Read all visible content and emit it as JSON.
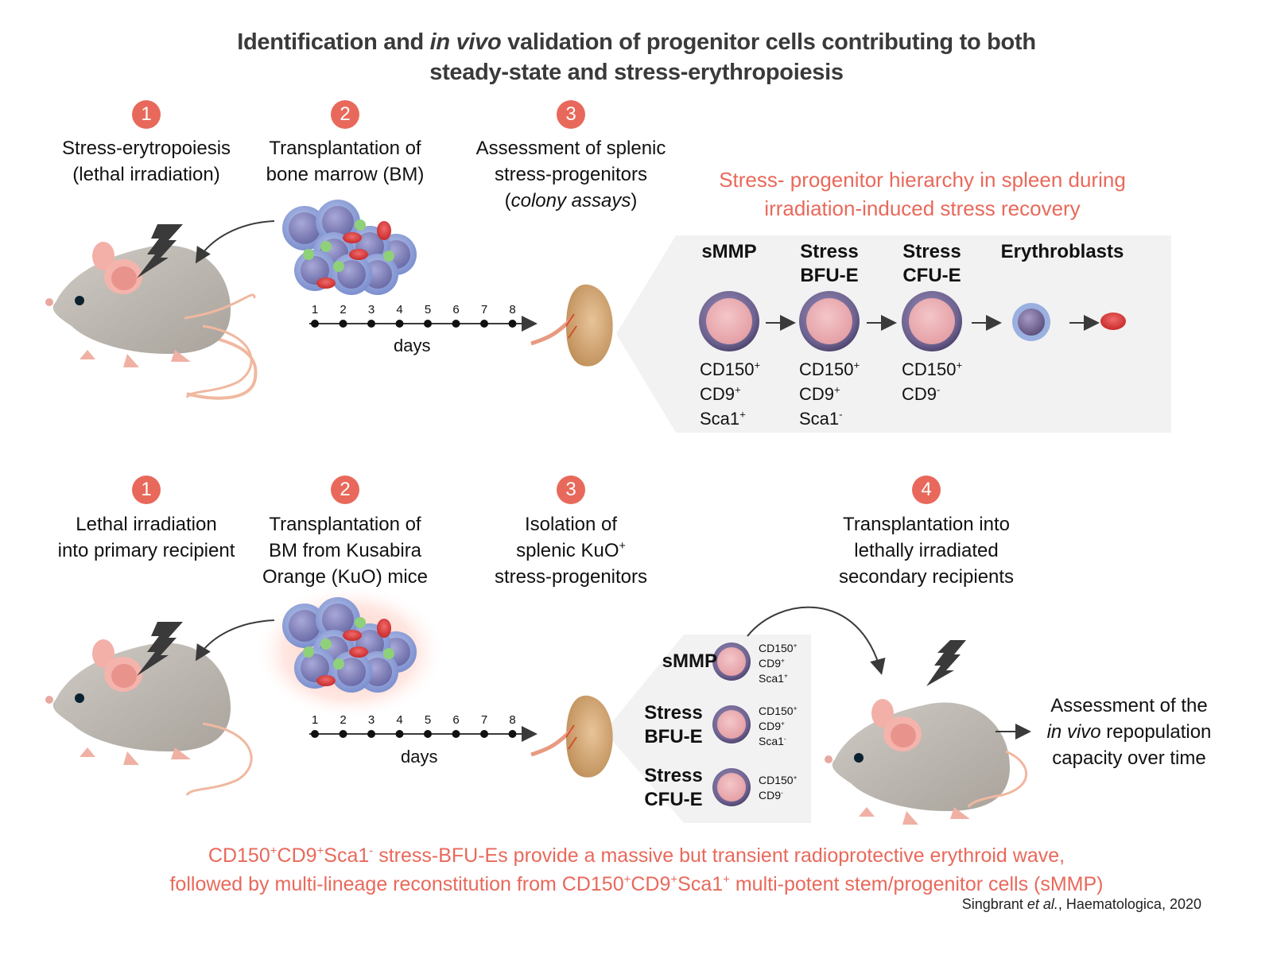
{
  "title": {
    "line1_a": "Identification and ",
    "line1_italic": "in vivo",
    "line1_b": " validation of progenitor cells contributing to both",
    "line2": "steady-state and stress-erythropoiesis"
  },
  "top_section": {
    "steps": [
      {
        "number": "1",
        "line1": "Stress-erytropoiesis",
        "line2": "(lethal irradiation)"
      },
      {
        "number": "2",
        "line1": "Transplantation of",
        "line2": "bone marrow (BM)"
      },
      {
        "number": "3",
        "line1": "Assessment of splenic",
        "line2": "stress-progenitors",
        "line3_a": "(",
        "line3_italic": "colony assays",
        "line3_b": ")"
      }
    ],
    "timeline": {
      "days": [
        "1",
        "2",
        "3",
        "4",
        "5",
        "6",
        "7",
        "8"
      ],
      "label": "days"
    },
    "hierarchy_title": {
      "line1": "Stress- progenitor hierarchy in spleen during",
      "line2": "irradiation-induced stress recovery"
    },
    "hierarchy": [
      {
        "name_line1": "sMMP",
        "name_line2": "",
        "markers": [
          [
            "CD150",
            "+"
          ],
          [
            "CD9",
            "+"
          ],
          [
            "Sca1",
            "+"
          ]
        ]
      },
      {
        "name_line1": "Stress",
        "name_line2": "BFU-E",
        "markers": [
          [
            "CD150",
            "+"
          ],
          [
            "CD9",
            "+"
          ],
          [
            "Sca1",
            "-"
          ]
        ]
      },
      {
        "name_line1": "Stress",
        "name_line2": "CFU-E",
        "markers": [
          [
            "CD150",
            "+"
          ],
          [
            "CD9",
            "-"
          ]
        ]
      },
      {
        "name_line1": "Erythroblasts",
        "name_line2": "",
        "markers": []
      }
    ]
  },
  "bottom_section": {
    "steps": [
      {
        "number": "1",
        "line1": "Lethal irradiation",
        "line2": "into primary recipient"
      },
      {
        "number": "2",
        "line1": "Transplantation of",
        "line2": "BM from Kusabira",
        "line3": "Orange (KuO) mice"
      },
      {
        "number": "3",
        "line1": "Isolation of",
        "line2_a": "splenic KuO",
        "line2_sup": "+",
        "line3": "stress-progenitors"
      },
      {
        "number": "4",
        "line1": "Transplantation into",
        "line2": "lethally irradiated",
        "line3": "secondary recipients"
      }
    ],
    "timeline": {
      "days": [
        "1",
        "2",
        "3",
        "4",
        "5",
        "6",
        "7",
        "8"
      ],
      "label": "days"
    },
    "isolated": [
      {
        "name_line1": "sMMP",
        "name_line2": "",
        "markers": [
          [
            "CD150",
            "+"
          ],
          [
            "CD9",
            "+"
          ],
          [
            "Sca1",
            "+"
          ]
        ]
      },
      {
        "name_line1": "Stress",
        "name_line2": "BFU-E",
        "markers": [
          [
            "CD150",
            "+"
          ],
          [
            "CD9",
            "+"
          ],
          [
            "Sca1",
            "-"
          ]
        ]
      },
      {
        "name_line1": "Stress",
        "name_line2": "CFU-E",
        "markers": [
          [
            "CD150",
            "+"
          ],
          [
            "CD9",
            "-"
          ]
        ]
      }
    ],
    "assessment": {
      "line1": "Assessment of  the",
      "line2_italic": "in vivo",
      "line2_b": " repopulation",
      "line3": "capacity over time"
    }
  },
  "conclusion": {
    "line1": [
      [
        "CD150",
        "+"
      ],
      [
        "CD9",
        "+"
      ],
      [
        "Sca1",
        "-"
      ],
      [
        " stress-BFU-Es provide a massive but transient radioprotective erythroid wave,",
        ""
      ]
    ],
    "line2_a": "followed by multi-lineage reconstitution from ",
    "line2_markers": [
      [
        "CD150",
        "+"
      ],
      [
        "CD9",
        "+"
      ],
      [
        "Sca1",
        "+"
      ]
    ],
    "line2_b": " multi-potent stem/progenitor cells (sMMP)"
  },
  "citation": {
    "author": "Singbrant ",
    "etal": "et al.",
    "rest": ", Haematologica, 2020"
  },
  "colors": {
    "accent": "#e8695b",
    "panel": "#f2f2f2",
    "arrow": "#3a3a3a"
  }
}
